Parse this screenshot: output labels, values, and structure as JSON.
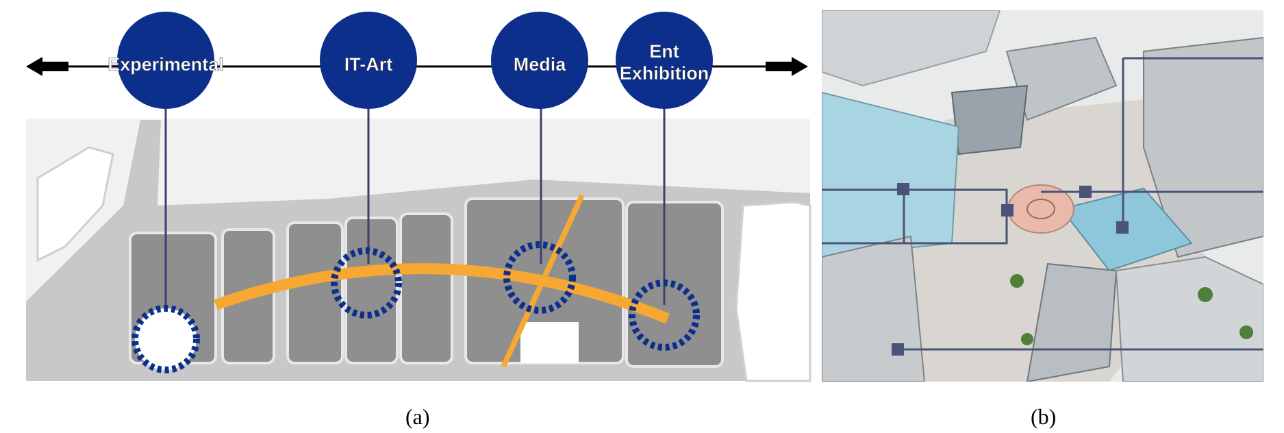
{
  "zones": [
    {
      "label_lines": [
        "Experimental"
      ]
    },
    {
      "label_lines": [
        "IT-Art"
      ]
    },
    {
      "label_lines": [
        "Media"
      ]
    },
    {
      "label_lines": [
        "Ent",
        "Exhibition"
      ]
    }
  ],
  "captions": {
    "a": "(a)",
    "b": "(b)"
  },
  "colors": {
    "zone_circle": "#0c2f8c",
    "axis_line": "#000000",
    "connector": "#3a3f6e",
    "route_orange": "#f7a832",
    "block_gray": "#8c8c8c",
    "ground_gray": "#c9c9c9",
    "rendering_frame": "#4a5378"
  }
}
